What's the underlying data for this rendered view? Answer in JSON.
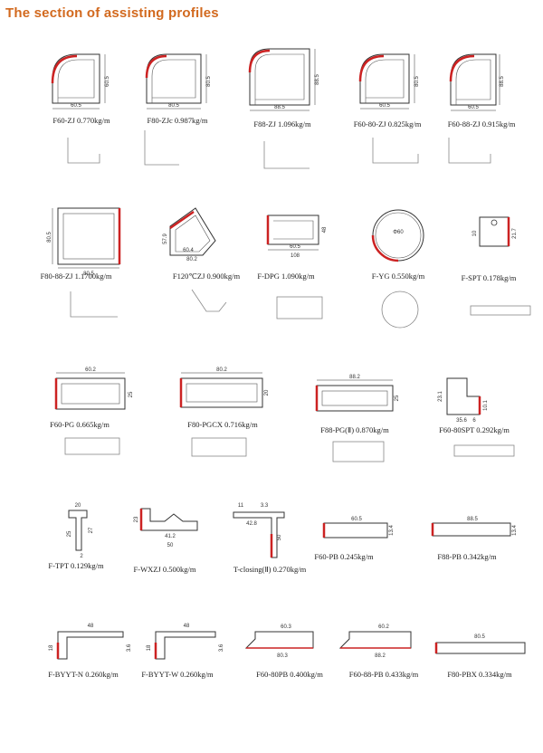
{
  "title": "The section of assisting profiles",
  "rows": [
    [
      {
        "caption": "F60-ZJ 0.770kg/m",
        "dims": [
          "60.5",
          "60.5"
        ]
      },
      {
        "caption": "F80-ZJc 0.987kg/m",
        "dims": [
          "80.5",
          "80.5"
        ]
      },
      {
        "caption": "F88-ZJ 1.096kg/m",
        "dims": [
          "88.5",
          "88.5"
        ]
      },
      {
        "caption": "F60-80-ZJ 0.825kg/m",
        "dims": [
          "60.5",
          "80.5"
        ]
      },
      {
        "caption": "F60-88-ZJ 0.915kg/m",
        "dims": [
          "60.5",
          "88.5"
        ]
      }
    ],
    [
      {
        "caption": "F80-88-ZJ 1.1700kg/m",
        "dims": [
          "80.5",
          "80.5"
        ]
      },
      {
        "caption": "F120℃ZJ 0.900kg/m",
        "dims": [
          "57.9",
          "60.4",
          "80.2"
        ]
      },
      {
        "caption": "F-DPG 1.090kg/m",
        "dims": [
          "60.5",
          "108",
          "48"
        ]
      },
      {
        "caption": "F-YG 0.550kg/m",
        "dims": [
          "Φ60"
        ]
      },
      {
        "caption": "F-SPT 0.178kg/m",
        "dims": [
          "10",
          "21.7"
        ]
      }
    ],
    [
      {
        "caption": "F60-PG 0.665kg/m",
        "dims": [
          "60.2",
          "25"
        ]
      },
      {
        "caption": "F80-PGCX 0.716kg/m",
        "dims": [
          "80.2",
          "20"
        ]
      },
      {
        "caption": "F88-PG(Ⅱ) 0.870kg/m",
        "dims": [
          "88.2",
          "25"
        ]
      },
      {
        "caption": "F60-80SPT 0.292kg/m",
        "dims": [
          "23.1",
          "35.6",
          "6",
          "10.1"
        ]
      }
    ],
    [
      {
        "caption": "F-TPT 0.129kg/m",
        "dims": [
          "20",
          "25",
          "27",
          "2"
        ]
      },
      {
        "caption": "F-WXZJ 0.500kg/m",
        "dims": [
          "23",
          "41.2",
          "50"
        ]
      },
      {
        "caption": "T-closing(Ⅱ) 0.270kg/m",
        "dims": [
          "11",
          "3.3",
          "42.8",
          "50"
        ]
      },
      {
        "caption": "F60-PB 0.245kg/m",
        "dims": [
          "60.5",
          "13.4"
        ]
      },
      {
        "caption": "F88-PB 0.342kg/m",
        "dims": [
          "88.5",
          "13.4"
        ]
      }
    ],
    [
      {
        "caption": "F-BYYT-N 0.260kg/m",
        "dims": [
          "48",
          "18",
          "3.6"
        ]
      },
      {
        "caption": "F-BYYT-W 0.260kg/m",
        "dims": [
          "48",
          "18",
          "3.6"
        ]
      },
      {
        "caption": "F60-80PB 0.400kg/m",
        "dims": [
          "60.3",
          "80.3"
        ]
      },
      {
        "caption": "F60-88-PB 0.433kg/m",
        "dims": [
          "60.2",
          "88.2"
        ]
      },
      {
        "caption": "F80-PBX 0.334kg/m",
        "dims": [
          "80.5"
        ]
      }
    ]
  ],
  "colors": {
    "line": "#333333",
    "accent": "#cc2222",
    "title": "#d2691e"
  }
}
